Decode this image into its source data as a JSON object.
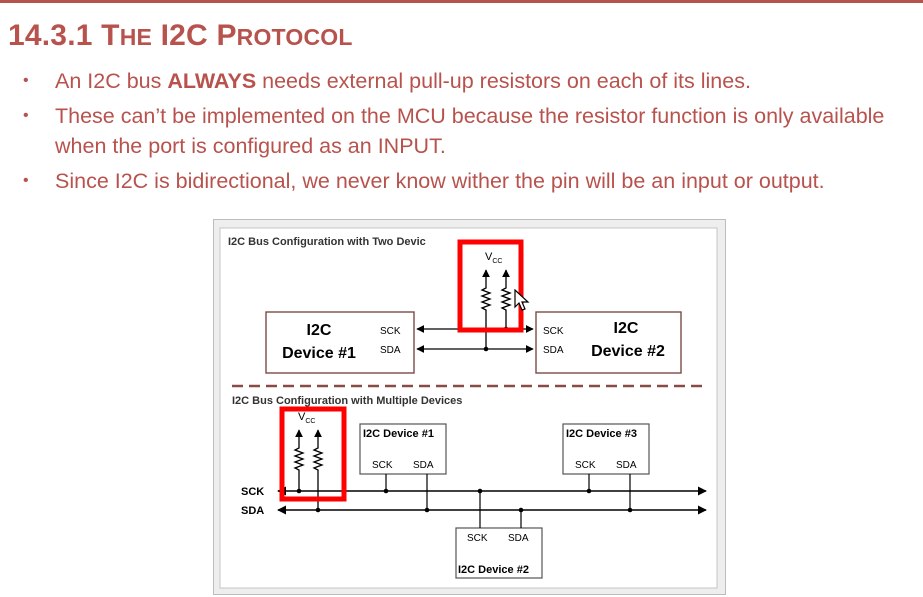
{
  "slide": {
    "title_number": "14.3.1",
    "title_words": [
      {
        "cap": "T",
        "rest": "HE"
      },
      {
        "cap": "I2C",
        "rest": ""
      },
      {
        "cap": "P",
        "rest": "ROTOCOL"
      }
    ],
    "bullets": [
      {
        "before": "An I2C bus ",
        "bold": "ALWAYS",
        "after": " needs external pull-up resistors on each of its lines."
      },
      {
        "before": "These can’t be implemented on the MCU because the resistor function is only available when the port is configured as an INPUT.",
        "bold": "",
        "after": ""
      },
      {
        "before": "Since I2C is bidirectional, we never know wither the pin will be an input or output.",
        "bold": "",
        "after": ""
      }
    ],
    "bullet_glyph": "•",
    "accent_color": "#b8524d",
    "highlight_color": "#ff0000"
  },
  "figure": {
    "top_section": {
      "heading": "I2C Bus Configuration with Two Devic",
      "vcc": "V",
      "vcc_sub": "CC",
      "device1": {
        "line1": "I2C",
        "line2": "Device #1",
        "sck": "SCK",
        "sda": "SDA"
      },
      "device2": {
        "line1": "I2C",
        "line2": "Device #2",
        "sck": "SCK",
        "sda": "SDA"
      }
    },
    "bottom_section": {
      "heading": "I2C Bus Configuration with Multiple Devices",
      "vcc": "V",
      "vcc_sub": "CC",
      "bus_sck": "SCK",
      "bus_sda": "SDA",
      "device1": {
        "name": "I2C Device #1",
        "sck": "SCK",
        "sda": "SDA"
      },
      "device2": {
        "name": "I2C Device #2",
        "sck": "SCK",
        "sda": "SDA"
      },
      "device3": {
        "name": "I2C Device #3",
        "sck": "SCK",
        "sda": "SDA"
      }
    }
  }
}
